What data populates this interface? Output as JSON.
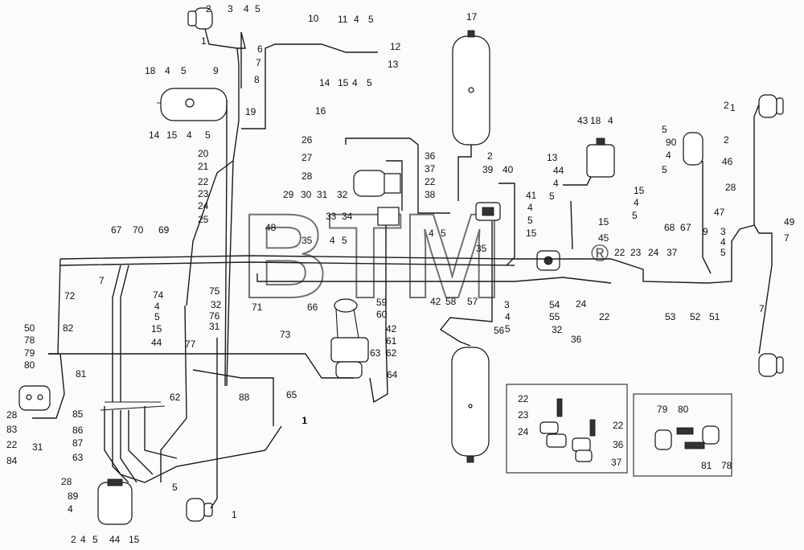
{
  "watermark": "BTM",
  "watermark_mark": "®",
  "callouts": [
    "2",
    "3",
    "4",
    "5",
    "1",
    "6",
    "9",
    "7",
    "8",
    "10",
    "11",
    "4",
    "5",
    "12",
    "13",
    "14",
    "15",
    "4",
    "5",
    "16",
    "17",
    "18",
    "4",
    "5",
    "14",
    "15",
    "4",
    "5",
    "19",
    "20",
    "21",
    "22",
    "23",
    "24",
    "25",
    "26",
    "27",
    "28",
    "29",
    "30",
    "31",
    "32",
    "33",
    "34",
    "35",
    "4",
    "5",
    "36",
    "37",
    "22",
    "38",
    "2",
    "39",
    "40",
    "41",
    "4",
    "5",
    "15",
    "4",
    "5",
    "35",
    "43",
    "18",
    "4",
    "5",
    "90",
    "4",
    "5",
    "13",
    "44",
    "4",
    "5",
    "15",
    "4",
    "5",
    "15",
    "45",
    "46",
    "28",
    "1",
    "2",
    "47",
    "49",
    "7",
    "48",
    "67",
    "70",
    "69",
    "68",
    "6",
    "7",
    "9",
    "3",
    "4",
    "5",
    "22",
    "23",
    "24",
    "37",
    "72",
    "7",
    "74",
    "75",
    "4",
    "32",
    "5",
    "76",
    "15",
    "31",
    "44",
    "77",
    "71",
    "66",
    "59",
    "60",
    "42",
    "58",
    "57",
    "56",
    "3",
    "4",
    "5",
    "54",
    "55",
    "32",
    "24",
    "36",
    "22",
    "53",
    "52",
    "51",
    "7",
    "50",
    "78",
    "79",
    "80",
    "81",
    "82",
    "73",
    "42",
    "61",
    "62",
    "63",
    "64",
    "65",
    "1",
    "28",
    "83",
    "22",
    "84",
    "31",
    "85",
    "86",
    "87",
    "63",
    "62",
    "88",
    "1",
    "28",
    "89",
    "4",
    "5",
    "1",
    "2",
    "4",
    "5",
    "44",
    "15",
    "22",
    "23",
    "24",
    "22",
    "36",
    "37",
    "79",
    "80",
    "81",
    "78",
    "2"
  ]
}
